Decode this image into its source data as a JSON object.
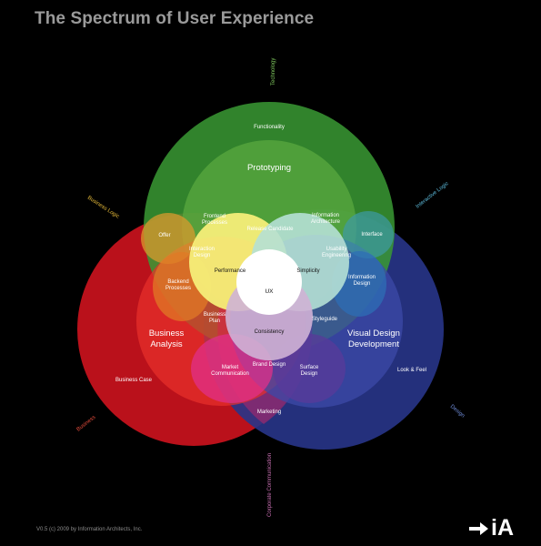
{
  "title": "The Spectrum of User Experience",
  "footer": "V0.5 (c) 2009 by Information Architects, Inc.",
  "logo": {
    "text": "iA",
    "icon": "arrow-right-icon"
  },
  "colors": {
    "background": "#000000",
    "technology": "#3a9a34",
    "business": "#c4121c",
    "design": "#283589",
    "prototyping": "#5aa83f",
    "business_analysis": "#e9302b",
    "visual_design": "#3c4aa8",
    "center": "#ffffff",
    "inner_yellow": "#f5ee78",
    "inner_teal": "#b5e0d5",
    "inner_lilac": "#cfb3d5"
  },
  "outer_axes": {
    "technology": "Technology",
    "interactive_logic": "Interactive Logic",
    "design": "Design",
    "corporate_communication": "Corporate Communication",
    "business": "Business",
    "business_logic": "Business Logic"
  },
  "circles": {
    "prototyping": "Prototyping",
    "business_analysis": [
      "Business",
      "Analysis"
    ],
    "visual_design": [
      "Visual Design",
      "Development"
    ]
  },
  "regions": {
    "functionality": "Functionality",
    "frontend_processes": [
      "Frontend",
      "Processes"
    ],
    "information_architecture": [
      "Information",
      "Architecture"
    ],
    "release_candidate": "Release Candidate",
    "offer": "Offer",
    "interface": "Interface",
    "interaction_design": [
      "Interaction",
      "Design"
    ],
    "usability_engineering": [
      "Usability",
      "Engineering"
    ],
    "performance": "Performance",
    "simplicity": "Simplicity",
    "backend_processes": [
      "Backend",
      "Processes"
    ],
    "information_design": [
      "Information",
      "Design"
    ],
    "ux": "UX",
    "business_plan": [
      "Business",
      "Plan"
    ],
    "consistency": "Consistency",
    "styleguide": "Styleguide",
    "business_case": "Business Case",
    "look_and_feel": "Look & Feel",
    "brand_design": "Brand Design",
    "market_communication": [
      "Market",
      "Communication"
    ],
    "surface_design": [
      "Surface",
      "Design"
    ],
    "marketing": "Marketing"
  }
}
